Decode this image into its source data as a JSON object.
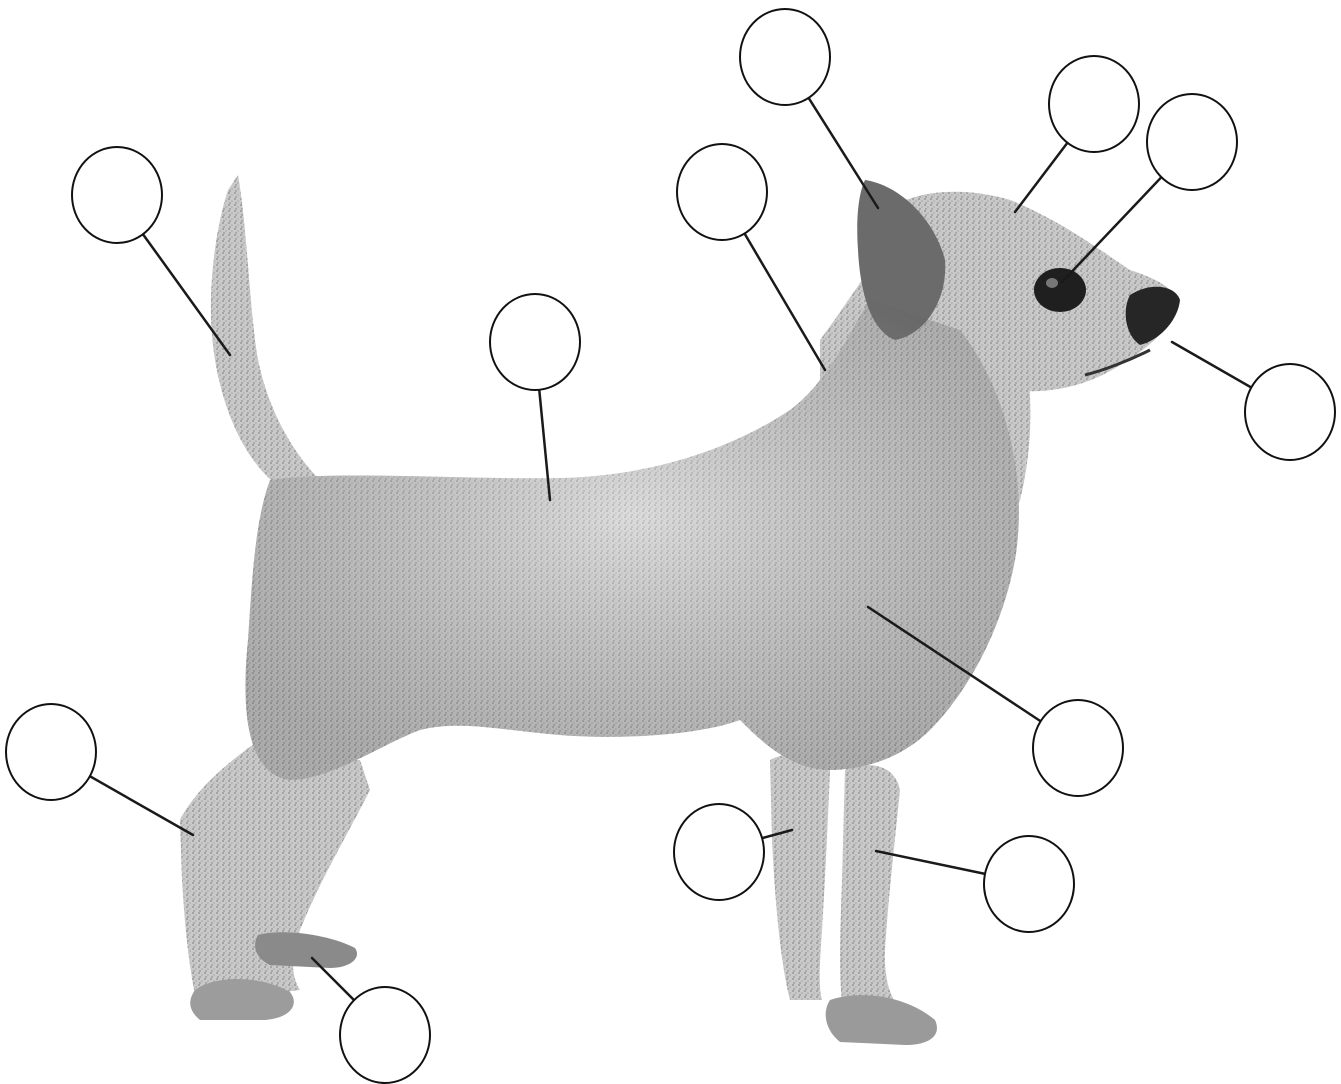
{
  "diagram": {
    "subject": "chihuahua",
    "colors": {
      "background": "#ffffff",
      "line": "#111111",
      "fur_light": "#cfcfcf",
      "fur_mid": "#9a9a9a",
      "fur_dark": "#4a4a4a"
    },
    "callouts": [
      {
        "id": "tail",
        "label": ""
      },
      {
        "id": "back",
        "label": ""
      },
      {
        "id": "neck",
        "label": ""
      },
      {
        "id": "ear",
        "label": ""
      },
      {
        "id": "skull",
        "label": ""
      },
      {
        "id": "eye",
        "label": ""
      },
      {
        "id": "nose",
        "label": ""
      },
      {
        "id": "shoulder",
        "label": ""
      },
      {
        "id": "hock",
        "label": ""
      },
      {
        "id": "hind-foot",
        "label": ""
      },
      {
        "id": "elbow",
        "label": ""
      },
      {
        "id": "foreleg",
        "label": ""
      }
    ]
  }
}
